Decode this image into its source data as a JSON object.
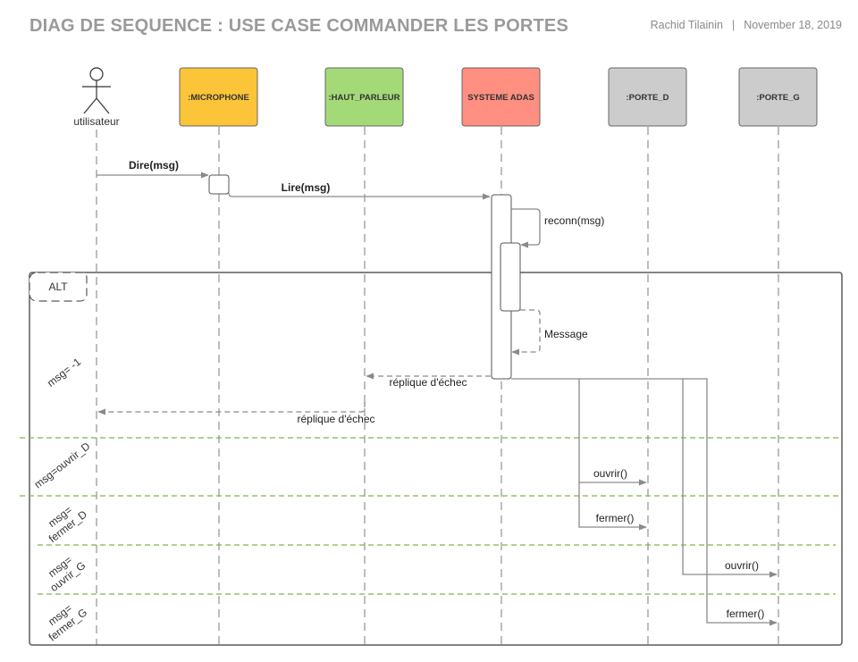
{
  "header": {
    "title": "DIAG DE SEQUENCE : USE CASE COMMANDER LES PORTES",
    "author": "Rachid Tilainin",
    "separator": "|",
    "date": "November 18, 2019"
  },
  "actor": {
    "label": "utilisateur"
  },
  "participants": [
    {
      "id": "microphone",
      "label": ":MICROPHONE",
      "color": "#fcc438"
    },
    {
      "id": "haut_parleur",
      "label": ":HAUT_PARLEUR",
      "color": "#a3d977"
    },
    {
      "id": "systeme_adas",
      "label": "SYSTEME ADAS",
      "color": "#ff8f80"
    },
    {
      "id": "porte_d",
      "label": ":PORTE_D",
      "color": "#cccccc"
    },
    {
      "id": "porte_g",
      "label": ":PORTE_G",
      "color": "#cccccc"
    }
  ],
  "messages": [
    {
      "label": "Dire(msg)"
    },
    {
      "label": "Lire(msg)"
    },
    {
      "label": "reconn(msg)"
    },
    {
      "label": "Message"
    },
    {
      "label": "réplique d'échec"
    },
    {
      "label": "réplique d'échec"
    },
    {
      "label": "ouvrir()"
    },
    {
      "label": "fermer()"
    },
    {
      "label": "ouvrir()"
    },
    {
      "label": "fermer()"
    }
  ],
  "fragment": {
    "operator": "ALT",
    "guards": [
      [
        "msg= -1"
      ],
      [
        "msg=ouvrir_D"
      ],
      [
        "msg=",
        "fermer_D"
      ],
      [
        "msg=",
        "ouvrir_G"
      ],
      [
        "msg=",
        "fermer_G"
      ]
    ]
  },
  "colors": {
    "line": "#8a8a8a",
    "frame": "#5a5a5a",
    "guard_separator": "#7ab648",
    "title": "#9a9a9a"
  }
}
